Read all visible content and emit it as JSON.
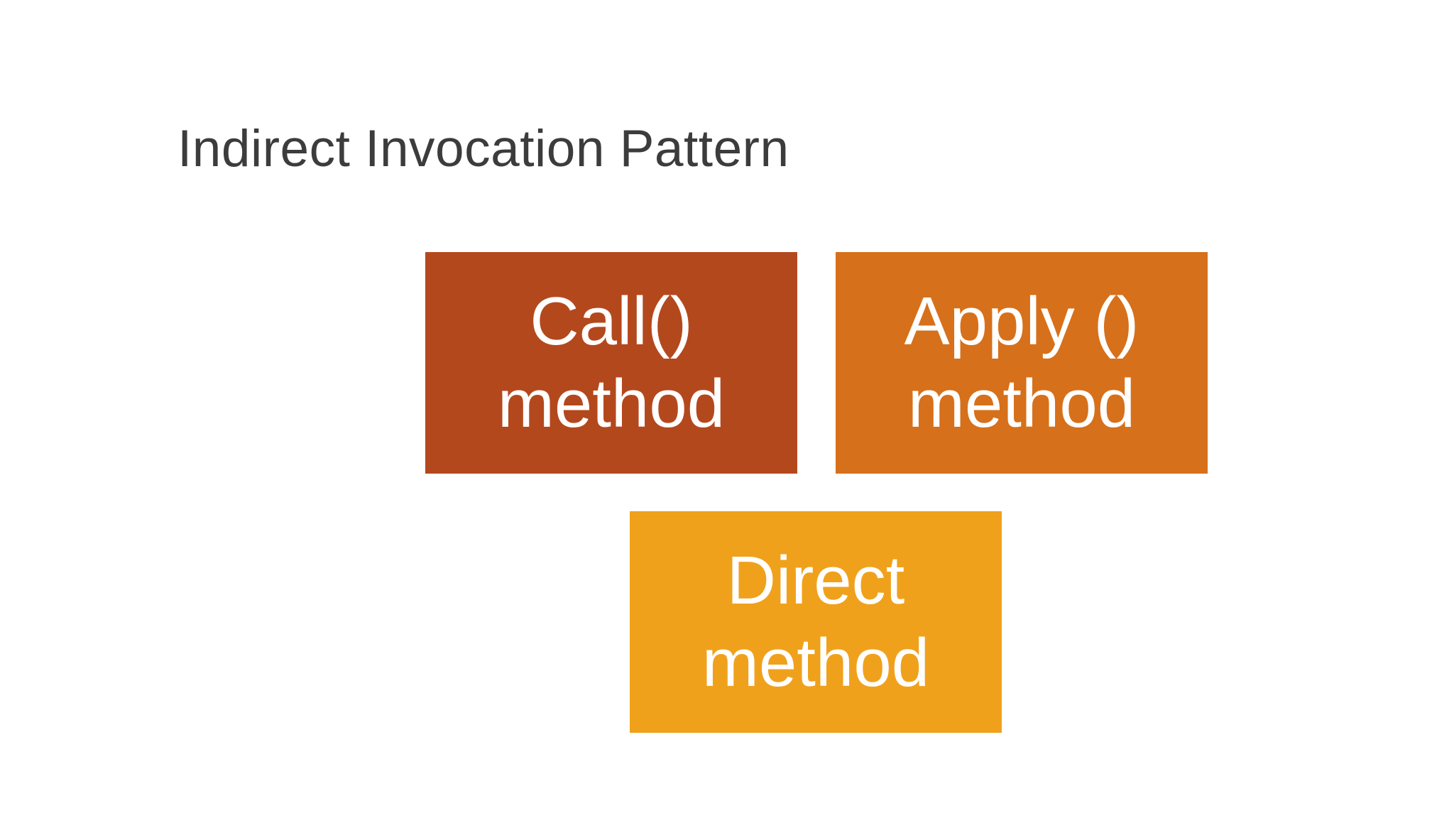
{
  "slide": {
    "title": "Indirect Invocation Pattern",
    "colors": {
      "background": "#ffffff",
      "title_text": "#3c3c3c",
      "box_text": "#ffffff",
      "call_box_fill": "#b4481d",
      "apply_box_fill": "#d7701a",
      "direct_box_fill": "#f0a11c"
    },
    "boxes": [
      {
        "id": "call",
        "lines": [
          "Call()",
          "method"
        ]
      },
      {
        "id": "apply",
        "lines": [
          "Apply ()",
          "method"
        ]
      },
      {
        "id": "direct",
        "lines": [
          "Direct",
          "method"
        ]
      }
    ]
  }
}
